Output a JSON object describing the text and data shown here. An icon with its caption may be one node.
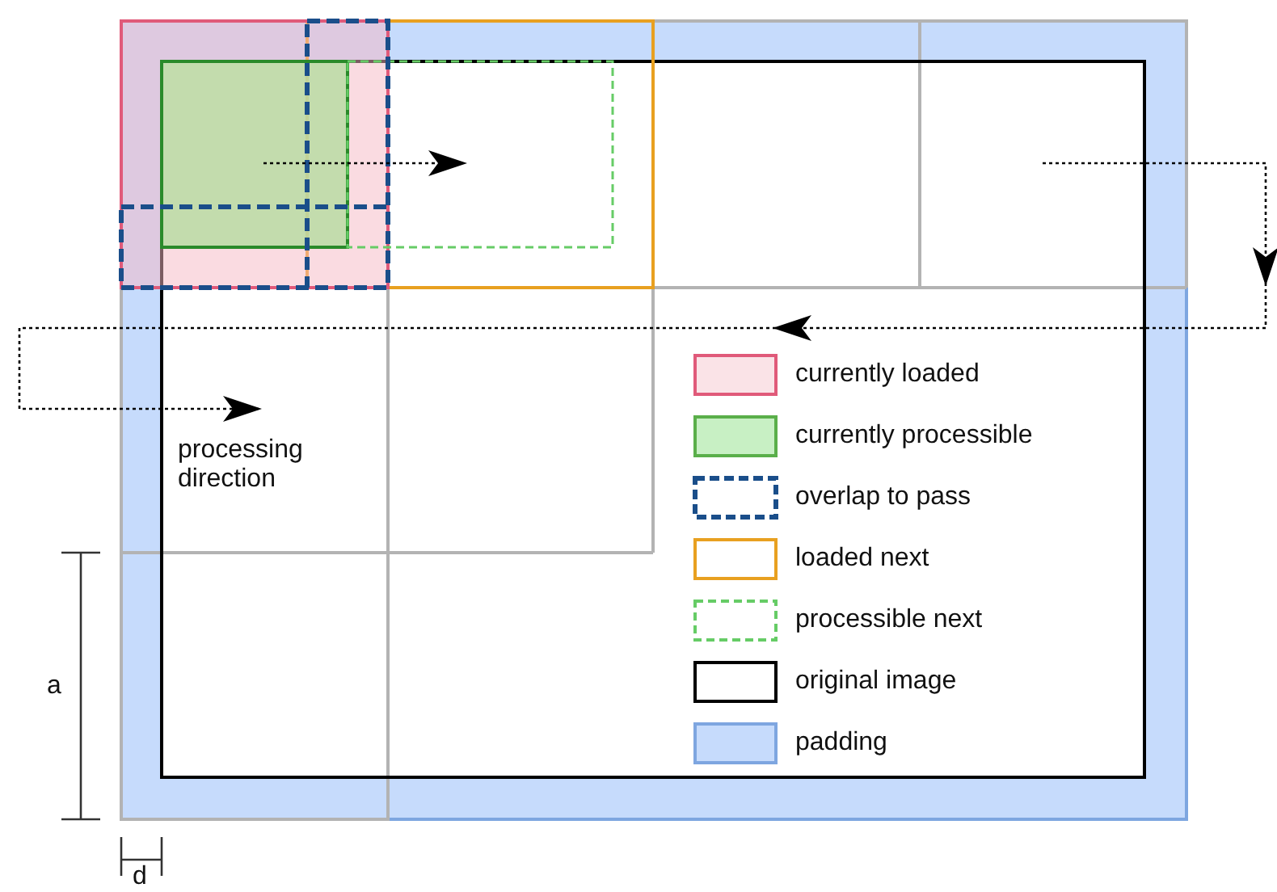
{
  "diagram": {
    "labels": [
      "processing direction",
      "a",
      "d"
    ],
    "legend": [
      {
        "text": "currently loaded",
        "color": "#e05a7a"
      },
      {
        "text": "currently processible",
        "color": "#5aaf4a"
      },
      {
        "text": "overlap to pass",
        "color": "#1a4e8a"
      },
      {
        "text": "loaded next",
        "color": "#e8a020"
      },
      {
        "text": "processible next",
        "color": "#66cc66"
      },
      {
        "text": "original image",
        "color": "#000000"
      },
      {
        "text": "padding",
        "color": "#7ea6e0"
      }
    ]
  }
}
